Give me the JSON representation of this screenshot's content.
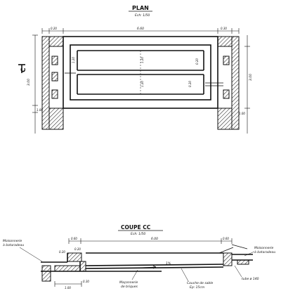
{
  "plan": {
    "title": "PLAN",
    "scale": "Ech: 1/50",
    "section_marker": "C",
    "dims": {
      "overall_width": "6.60",
      "overall_height": "3.00",
      "right_height": "3.00",
      "left_bottom": "1.00",
      "right_bottom": "1.00",
      "col_a": "1.20",
      "col_b": "1.20",
      "col_c": "1.20",
      "small_1": "0.20",
      "small_2": "0.30",
      "small_3": "0.20",
      "small_4": "0.20"
    }
  },
  "section": {
    "title": "COUPE CC",
    "scale": "Ech: 1/50",
    "labels": {
      "left_top": "Moisonnerie",
      "left_bottom": "à bataradeau",
      "mid_top": "Maçonnerie",
      "mid_bottom": "de briques",
      "right_mid_top": "Couche de sable",
      "right_mid_bottom": "Ep: 15cm",
      "right_top_1": "Moisonnerie",
      "right_top_2": "à bataradeau",
      "tube": "tube ø 140",
      "slope": "1%"
    },
    "dims": {
      "overall": "6.00",
      "left": "0.60",
      "right": "0.60",
      "bottom_left": "1.00",
      "bottom_right": "0.30",
      "small_l": "0.20",
      "small_r": "0.20"
    }
  }
}
